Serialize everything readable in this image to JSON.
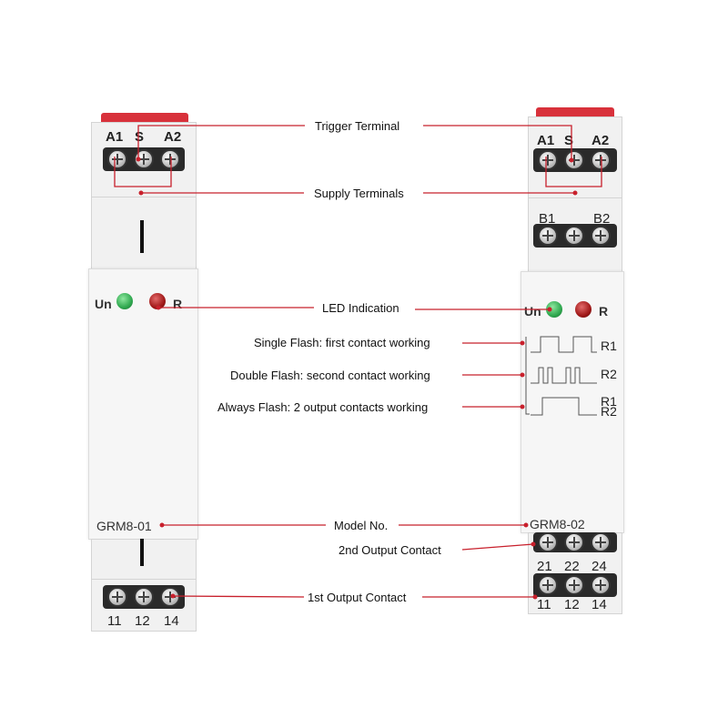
{
  "left_device": {
    "top_terminals": [
      "A1",
      "S",
      "A2"
    ],
    "led_labels": [
      "Un",
      "R"
    ],
    "model": "GRM8-01",
    "bottom_terminals": [
      "11",
      "12",
      "14"
    ]
  },
  "right_device": {
    "top_terminals": [
      "A1",
      "S",
      "A2"
    ],
    "aux_terminals": [
      "B1",
      "B2"
    ],
    "led_labels": [
      "Un",
      "R"
    ],
    "model": "GRM8-02",
    "mid_terminals": [
      "21",
      "22",
      "24"
    ],
    "bottom_terminals": [
      "11",
      "12",
      "14"
    ]
  },
  "callouts": {
    "trigger_terminal": "Trigger Terminal",
    "supply_terminals": "Supply Terminals",
    "led_indication": "LED Indication",
    "single_flash": "Single Flash: first contact working",
    "double_flash": "Double Flash: second contact working",
    "always_flash": "Always Flash: 2 output contacts working",
    "model_no": "Model No.",
    "second_output": "2nd Output Contact",
    "first_output": "1st Output Contact"
  },
  "waveforms": {
    "single": "R1",
    "double": "R2",
    "always": [
      "R1",
      "R2"
    ]
  },
  "colors": {
    "callout_line": "#c8202c",
    "led_green": "#2fa84f",
    "led_red": "#a01818",
    "cap_red": "#d8313b"
  }
}
